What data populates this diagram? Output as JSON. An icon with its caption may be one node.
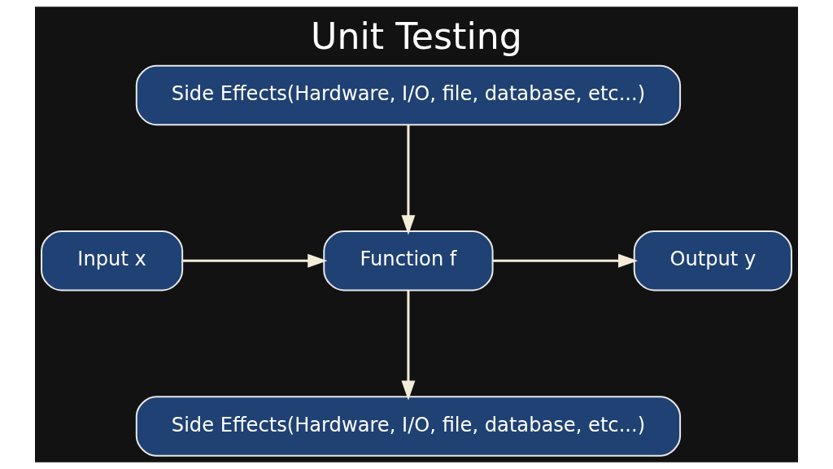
{
  "diagram": {
    "title": "Unit Testing",
    "nodes": [
      {
        "text": [
          "Side Effects(Hardware, I/O, file, database, etc...)"
        ]
      },
      {
        "text": [
          "Input x"
        ]
      },
      {
        "text": [
          "Function f"
        ]
      },
      {
        "text": [
          "Output y"
        ]
      },
      {
        "text": [
          "Side Effects(Hardware, I/O, file, database, etc...)"
        ]
      }
    ],
    "edges": [
      {
        "from": 0,
        "to": 2,
        "arrow": "to"
      },
      {
        "from": 1,
        "to": 2,
        "arrow": "to"
      },
      {
        "from": 2,
        "to": 3,
        "arrow": "to"
      },
      {
        "from": 2,
        "to": 4,
        "arrow": "to"
      }
    ]
  }
}
